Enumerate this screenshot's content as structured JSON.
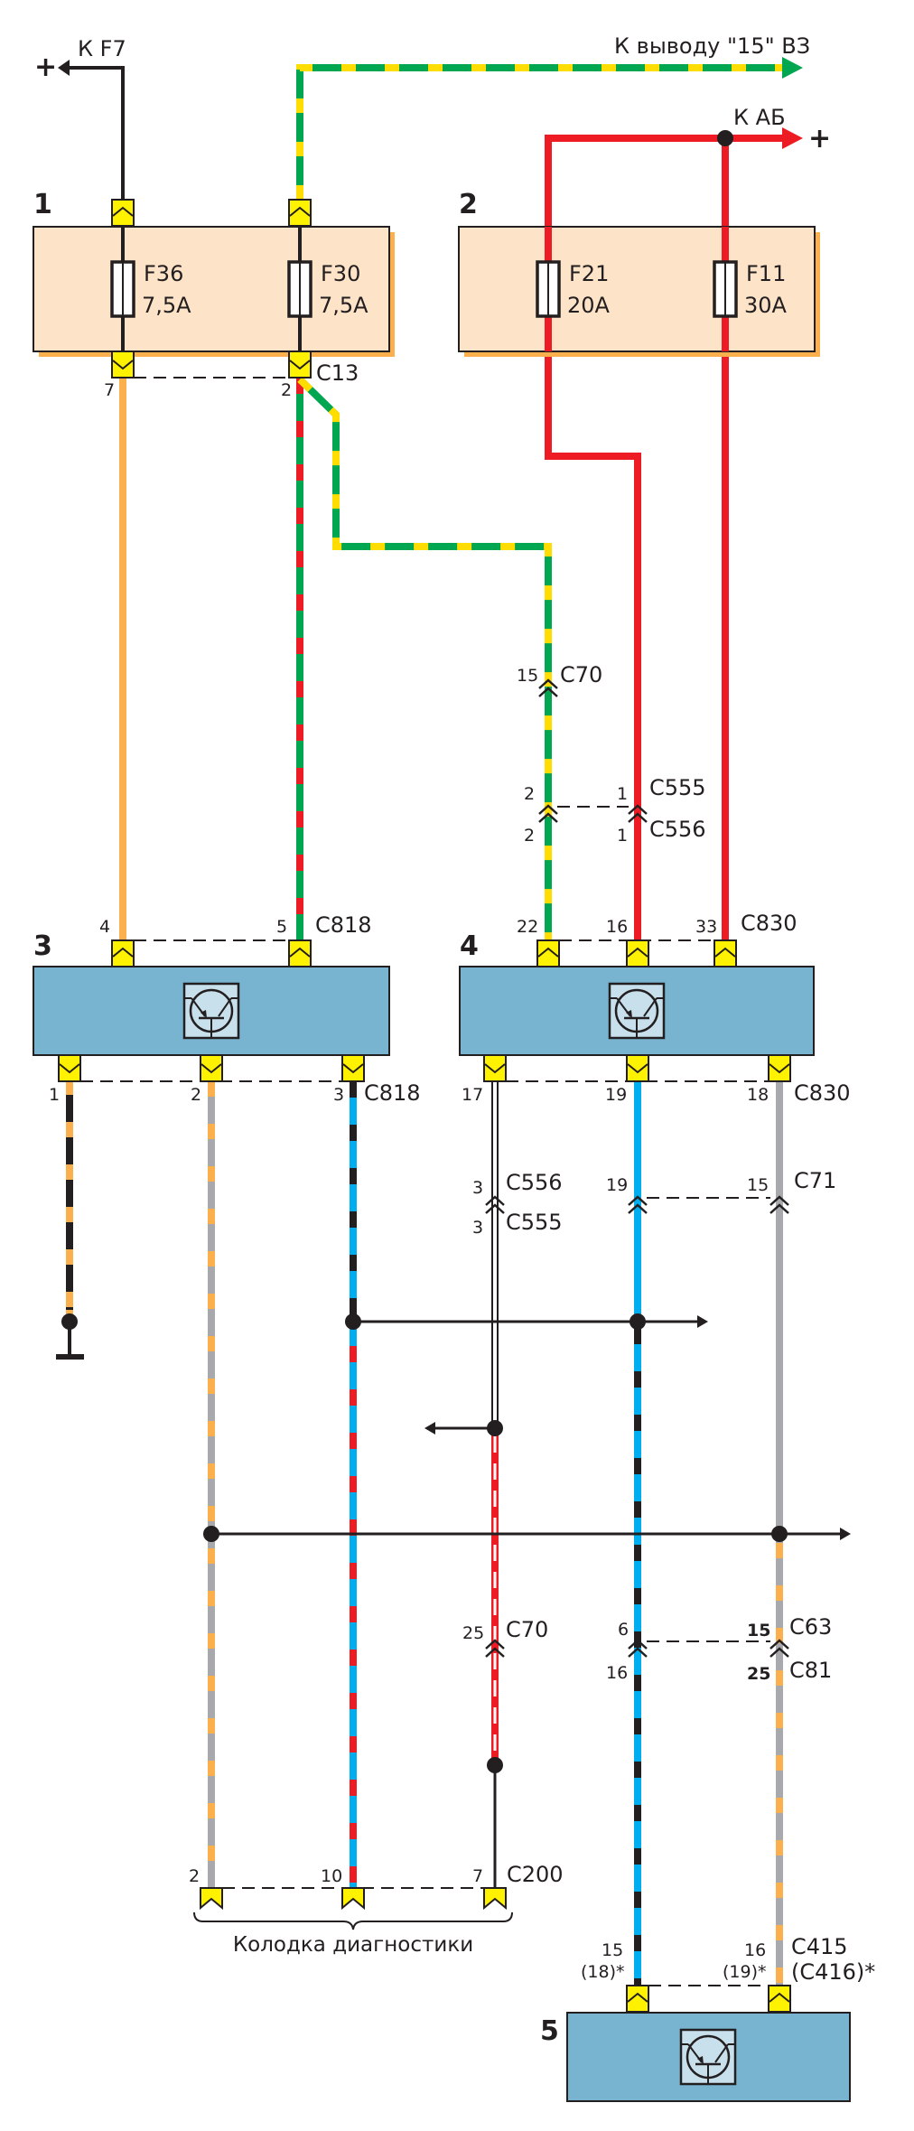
{
  "colors": {
    "fuse_box": "#fde3c8",
    "fuse_box_shadow": "#fbb04d",
    "module": "#78b4d0",
    "module_icon_bg": "#c7e0ec",
    "connector": "#fff200",
    "red": "#ed1c24",
    "green": "#00a650",
    "yellow": "#ffdd00",
    "orange": "#fbb04d",
    "blue": "#00aeef",
    "grey": "#a7a9ac",
    "black": "#231f20"
  },
  "top": {
    "to_f7": "К F7",
    "to_f7_sign": "+",
    "to_ignition": "К выводу \"15\" ВЗ",
    "to_battery": "К АБ",
    "to_battery_sign": "+"
  },
  "blocks": {
    "b1": {
      "number": "1"
    },
    "b2": {
      "number": "2"
    },
    "b3": {
      "number": "3"
    },
    "b4": {
      "number": "4"
    },
    "b5": {
      "number": "5"
    }
  },
  "fuses": [
    {
      "name": "F36",
      "rating": "7,5A"
    },
    {
      "name": "F30",
      "rating": "7,5A"
    },
    {
      "name": "F21",
      "rating": "20A"
    },
    {
      "name": "F11",
      "rating": "30A"
    }
  ],
  "connectors": {
    "c13": {
      "name": "C13",
      "pins": [
        "7",
        "2"
      ]
    },
    "c70_top": {
      "name": "C70",
      "pin": "15"
    },
    "c555_top": {
      "name": "C555",
      "pins": [
        "2",
        "1"
      ]
    },
    "c556_top": {
      "name": "C556",
      "pins": [
        "2",
        "1"
      ]
    },
    "c818_in": {
      "name": "C818",
      "pins": [
        "4",
        "5"
      ]
    },
    "c830_in": {
      "name": "C830",
      "pins": [
        "22",
        "16",
        "33"
      ]
    },
    "c818_out": {
      "name": "C818",
      "pins": [
        "1",
        "2",
        "3"
      ]
    },
    "c830_out": {
      "name": "C830",
      "pins": [
        "17",
        "19",
        "18"
      ]
    },
    "c556_mid": {
      "name": "C556",
      "pin": "3"
    },
    "c555_mid": {
      "name": "C555",
      "pin": "3"
    },
    "c71": {
      "name": "C71",
      "pins": [
        "19",
        "15"
      ]
    },
    "c70_low": {
      "name": "C70",
      "pin": "25"
    },
    "c63": {
      "name": "C63",
      "pins": [
        "6",
        "15"
      ]
    },
    "c81": {
      "name": "C81",
      "pins": [
        "16",
        "25"
      ]
    },
    "c200": {
      "name": "C200",
      "pins": [
        "2",
        "10",
        "7"
      ]
    },
    "c415": {
      "name": "C415",
      "alt": "(C416)*",
      "pins": [
        "15",
        "16"
      ],
      "alt_pins": [
        "(18)*",
        "(19)*"
      ]
    }
  },
  "diag_label": "Колодка диагностики",
  "icons": {
    "module": "transistor-icon",
    "fuse": "fuse-icon",
    "ground": "ground-icon",
    "splice": "splice-dot-icon",
    "arrow": "arrow-icon"
  }
}
